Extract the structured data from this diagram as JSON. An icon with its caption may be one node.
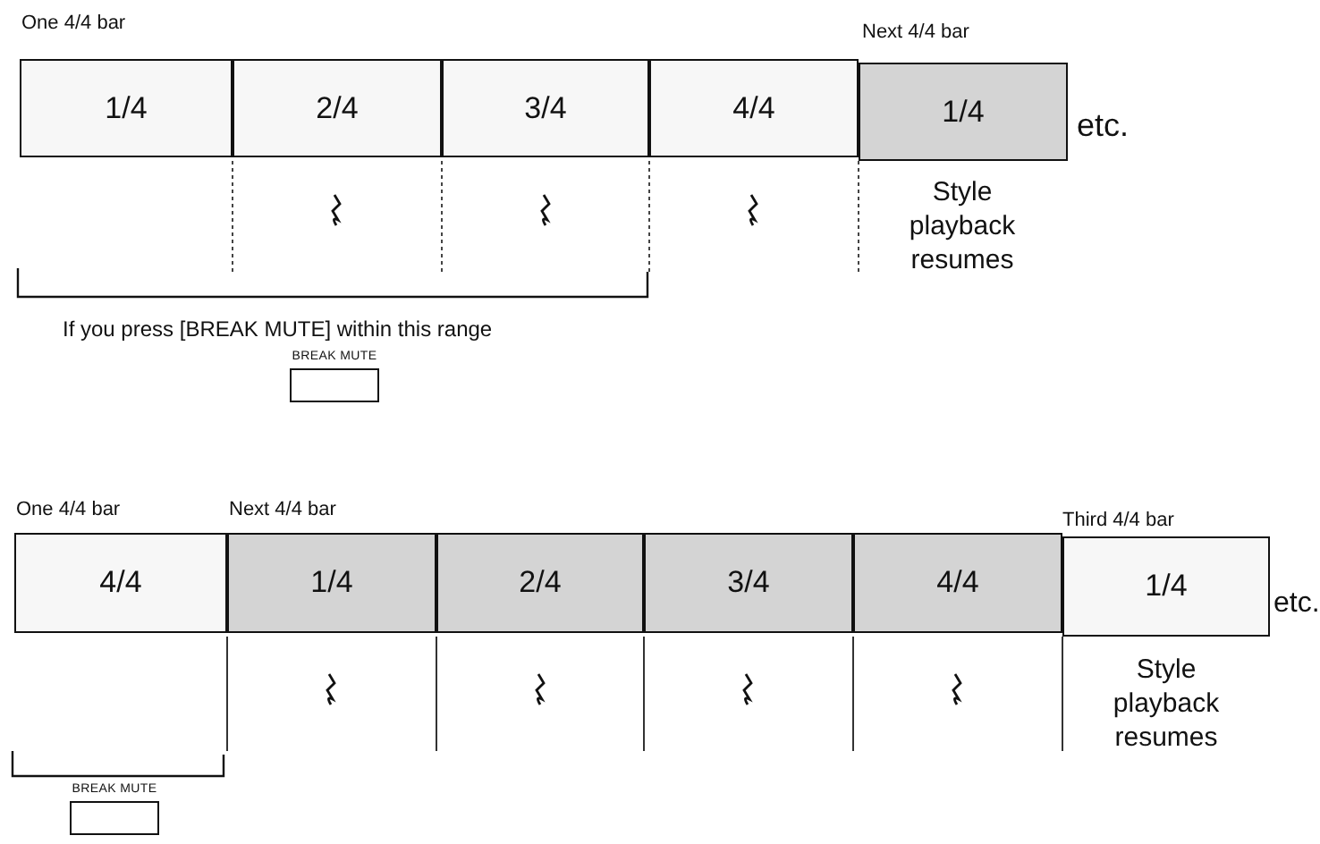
{
  "diagram": {
    "nodes": [
      {
        "text": [
          "1/4"
        ]
      },
      {
        "text": [
          "2/4"
        ]
      },
      {
        "text": [
          "3/4"
        ]
      },
      {
        "text": [
          "4/4"
        ]
      },
      {
        "text": [
          "1/4"
        ]
      },
      {
        "text": [
          "BREAK MUTE"
        ]
      },
      {
        "text": [
          "4/4"
        ]
      },
      {
        "text": [
          "1/4"
        ]
      },
      {
        "text": [
          "2/4"
        ]
      },
      {
        "text": [
          "3/4"
        ]
      },
      {
        "text": [
          "4/4"
        ]
      },
      {
        "text": [
          "1/4"
        ]
      },
      {
        "text": [
          "BREAK MUTE"
        ]
      }
    ],
    "labels": [
      "One 4/4 bar",
      "Next 4/4 bar",
      "etc.",
      "Style playback resumes",
      "If you press [BREAK MUTE] within this range",
      "One 4/4 bar",
      "Next 4/4 bar",
      "Third 4/4 bar",
      "etc.",
      "Style playback resumes"
    ]
  }
}
